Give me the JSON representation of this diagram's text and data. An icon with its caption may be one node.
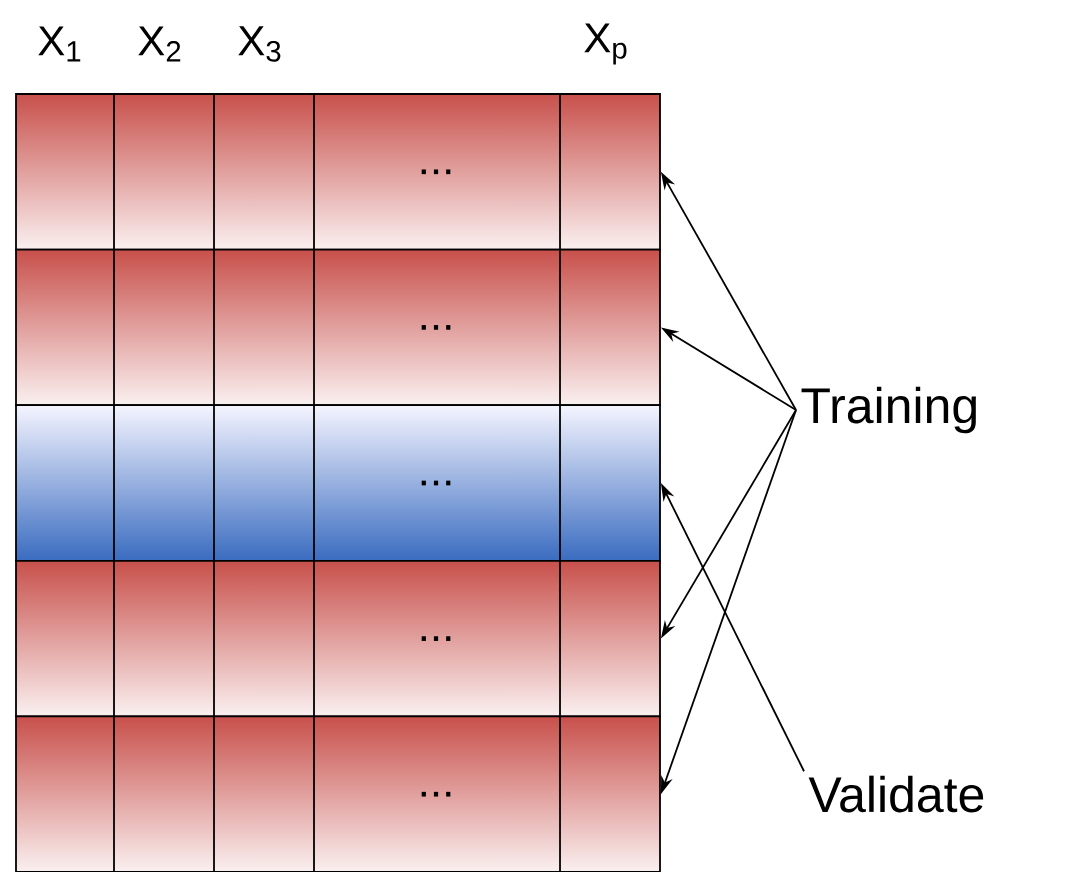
{
  "diagram": {
    "nodes": [
      {
        "text": [
          "..."
        ]
      },
      {
        "text": [
          "..."
        ]
      },
      {
        "text": [
          "..."
        ]
      },
      {
        "text": [
          "..."
        ]
      },
      {
        "text": [
          "..."
        ]
      },
      {
        "text": [
          "Training"
        ]
      },
      {
        "text": [
          "Validate"
        ]
      }
    ],
    "edges": [
      {
        "from": 5,
        "to": 0,
        "arrow": "to"
      },
      {
        "from": 5,
        "to": 1,
        "arrow": "to"
      },
      {
        "from": 5,
        "to": 3,
        "arrow": "to"
      },
      {
        "from": 5,
        "to": 4,
        "arrow": "to"
      },
      {
        "from": 6,
        "to": 2,
        "arrow": "to"
      }
    ],
    "labels": [
      "X$_{1}$",
      "X$_{2}$",
      "X$_{3}$",
      "X$_{p}$"
    ]
  }
}
